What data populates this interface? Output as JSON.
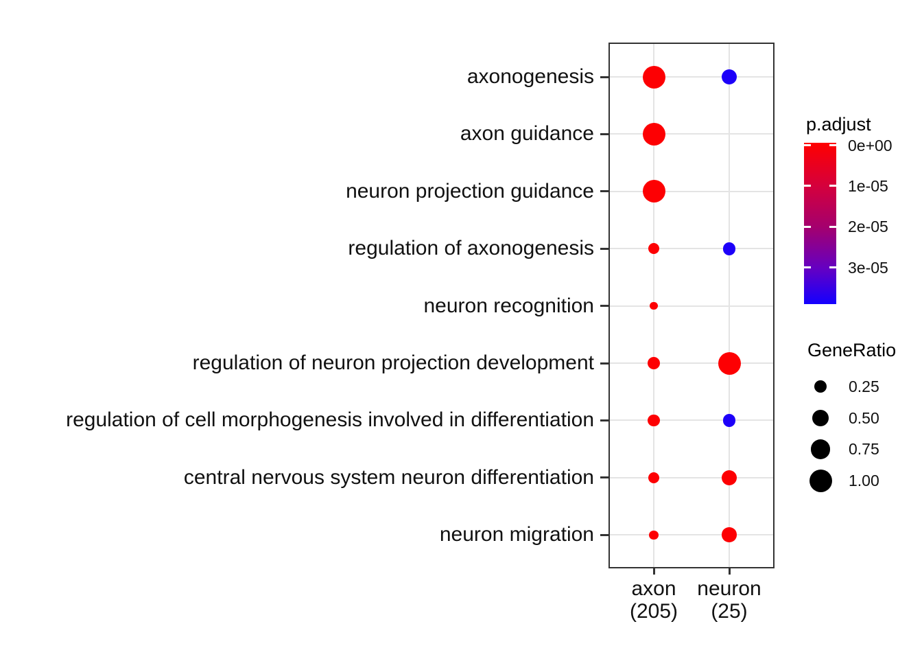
{
  "chart_data": {
    "type": "scatter",
    "subtype": "go-enrichment-dotplot",
    "title": "",
    "xlabel": "",
    "ylabel": "",
    "grid": true,
    "x_categories": [
      {
        "label": "axon",
        "count_label": "(205)"
      },
      {
        "label": "neuron",
        "count_label": "(25)"
      }
    ],
    "y_categories": [
      "axonogenesis",
      "axon guidance",
      "neuron projection guidance",
      "regulation of axonogenesis",
      "neuron recognition",
      "regulation of neuron projection development",
      "regulation of cell morphogenesis involved in differentiation",
      "central nervous system neuron differentiation",
      "neuron migration"
    ],
    "points": [
      {
        "term": "axonogenesis",
        "cluster": "axon",
        "gene_ratio": 1.0,
        "p_adjust": 1e-09
      },
      {
        "term": "axonogenesis",
        "cluster": "neuron",
        "gene_ratio": 0.4,
        "p_adjust": 3.8e-05
      },
      {
        "term": "axon guidance",
        "cluster": "axon",
        "gene_ratio": 1.0,
        "p_adjust": 1e-09
      },
      {
        "term": "neuron projection guidance",
        "cluster": "axon",
        "gene_ratio": 1.0,
        "p_adjust": 1e-09
      },
      {
        "term": "regulation of axonogenesis",
        "cluster": "axon",
        "gene_ratio": 0.2,
        "p_adjust": 1e-09
      },
      {
        "term": "regulation of axonogenesis",
        "cluster": "neuron",
        "gene_ratio": 0.28,
        "p_adjust": 3.8e-05
      },
      {
        "term": "neuron recognition",
        "cluster": "axon",
        "gene_ratio": 0.08,
        "p_adjust": 1e-09
      },
      {
        "term": "regulation of neuron projection development",
        "cluster": "axon",
        "gene_ratio": 0.28,
        "p_adjust": 1e-09
      },
      {
        "term": "regulation of neuron projection development",
        "cluster": "neuron",
        "gene_ratio": 1.0,
        "p_adjust": 1e-09
      },
      {
        "term": "regulation of cell morphogenesis involved in differentiation",
        "cluster": "axon",
        "gene_ratio": 0.22,
        "p_adjust": 1e-09
      },
      {
        "term": "regulation of cell morphogenesis involved in differentiation",
        "cluster": "neuron",
        "gene_ratio": 0.28,
        "p_adjust": 3.8e-05
      },
      {
        "term": "central nervous system neuron differentiation",
        "cluster": "axon",
        "gene_ratio": 0.2,
        "p_adjust": 1e-09
      },
      {
        "term": "central nervous system neuron differentiation",
        "cluster": "neuron",
        "gene_ratio": 0.42,
        "p_adjust": 1e-09
      },
      {
        "term": "neuron migration",
        "cluster": "axon",
        "gene_ratio": 0.12,
        "p_adjust": 1e-09
      },
      {
        "term": "neuron migration",
        "cluster": "neuron",
        "gene_ratio": 0.38,
        "p_adjust": 1e-09
      }
    ],
    "legends": {
      "color": {
        "title": "p.adjust",
        "tick_labels": [
          "0e+00",
          "1e-05",
          "2e-05",
          "3e-05"
        ],
        "tick_values": [
          0,
          1e-05,
          2e-05,
          3e-05
        ],
        "domain": [
          0,
          3.9e-05
        ],
        "gradient": [
          "#FF0000",
          "#D5003C",
          "#A4006E",
          "#6400C3",
          "#1400FF"
        ]
      },
      "size": {
        "title": "GeneRatio",
        "tick_labels": [
          "0.25",
          "0.50",
          "0.75",
          "1.00"
        ],
        "tick_values": [
          0.25,
          0.5,
          0.75,
          1.0
        ]
      }
    },
    "style": {
      "low_color": "#FF0000",
      "high_color": "#1400FF",
      "grid_color": "#E4E4E4",
      "panel_border_color": "#333333",
      "background": "#FFFFFF"
    }
  }
}
